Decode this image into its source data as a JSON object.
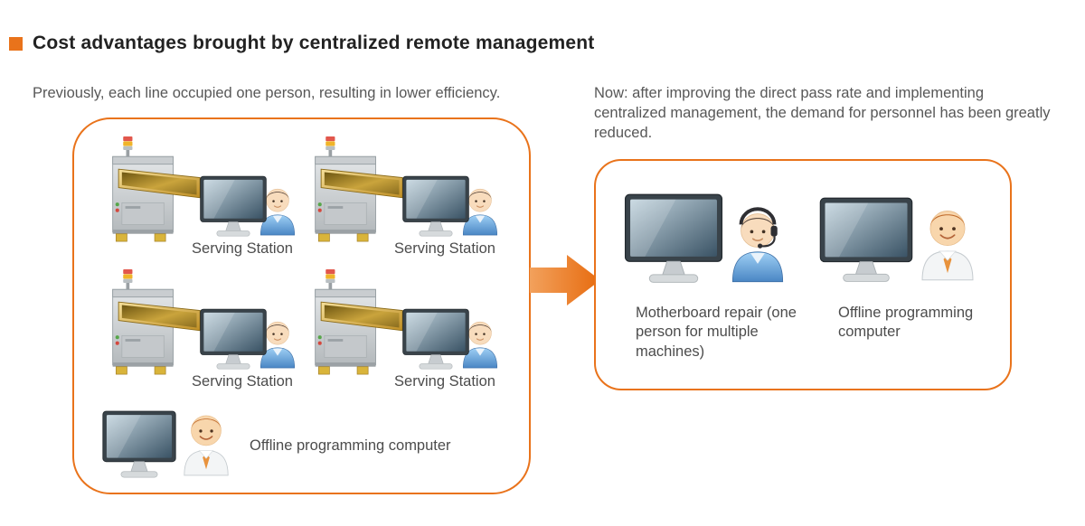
{
  "title": {
    "text": "Cost advantages brought by centralized remote management"
  },
  "before": {
    "description": "Previously, each line occupied one person, resulting in lower efficiency.",
    "stations": [
      {
        "label": "Serving Station"
      },
      {
        "label": "Serving Station"
      },
      {
        "label": "Serving Station"
      },
      {
        "label": "Serving Station"
      }
    ],
    "offline_computer_label": "Offline programming computer"
  },
  "after": {
    "description": "Now: after improving the direct pass rate and implementing centralized management, the demand for personnel has been greatly reduced.",
    "items": [
      {
        "label": "Motherboard repair (one person for multiple machines)"
      },
      {
        "label": "Offline programming computer"
      }
    ]
  },
  "colors": {
    "accent_orange": "#E9731B",
    "title_text": "#222222",
    "body_text": "#575757",
    "label_text": "#4C4C4C",
    "machine_gold": "#D9B43A"
  },
  "icons": {
    "bullet": "title-bullet-square",
    "machine": "aoi-machine-icon",
    "monitor": "monitor-icon",
    "operator": "operator-person-icon",
    "headset_operator": "headset-operator-icon",
    "programmer": "programmer-person-icon",
    "arrow": "right-arrow-icon"
  }
}
